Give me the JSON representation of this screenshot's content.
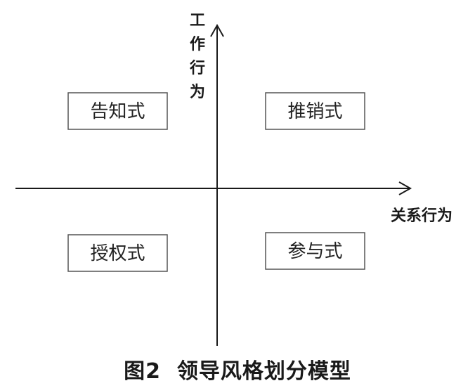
{
  "axes": {
    "y_label_chars": [
      "工",
      "作",
      "行",
      "为"
    ],
    "x_label": "关系行为"
  },
  "quadrants": {
    "top_left": "告知式",
    "top_right": "推销式",
    "bottom_left": "授权式",
    "bottom_right": "参与式"
  },
  "caption": "图2  领导风格划分模型"
}
